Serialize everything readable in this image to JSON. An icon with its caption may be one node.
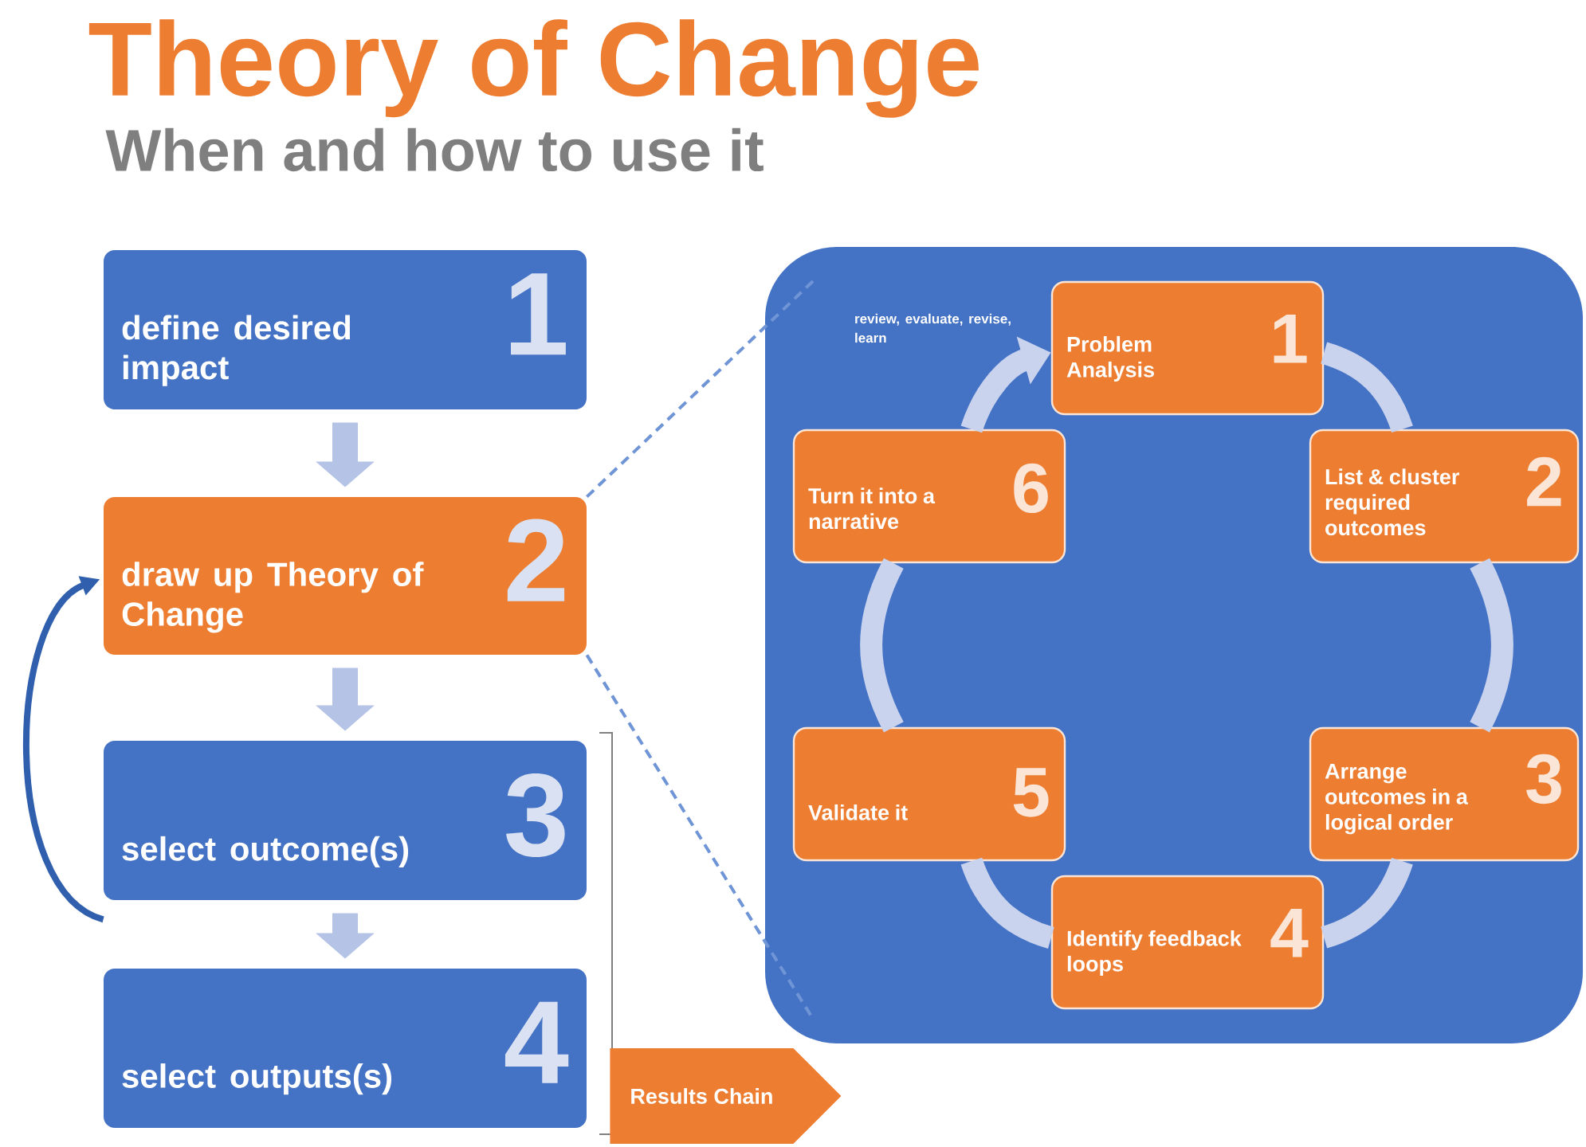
{
  "diagram": {
    "title": "Theory of Change",
    "caption": "When and how to use it",
    "nodes": [
      {
        "text": [
          "define desired impact",
          "1"
        ]
      },
      {
        "text": [
          "draw up Theory of Change",
          "2"
        ]
      },
      {
        "text": [
          "select outcome(s)",
          "3"
        ]
      },
      {
        "text": [
          "select outputs(s)",
          "4"
        ]
      },
      {
        "text": [],
        "shape": "box"
      },
      {
        "text": [
          "Problem Analysis",
          "1"
        ],
        "in": 4
      },
      {
        "text": [
          "List & cluster required outcomes",
          "2"
        ],
        "in": 4
      },
      {
        "text": [
          "Arrange outcomes in a logical order",
          "3"
        ],
        "in": 4
      },
      {
        "text": [
          "Identify feedback loops",
          "4"
        ],
        "in": 4
      },
      {
        "text": [
          "Validate it",
          "5"
        ],
        "in": 4
      },
      {
        "text": [
          "Turn it into a narrative",
          "6"
        ],
        "in": 4
      },
      {
        "text": [
          "Results Chain"
        ]
      }
    ],
    "edges": [
      {
        "from": 0,
        "to": 1,
        "arrow": "to",
        "color": "#b4c3e6"
      },
      {
        "from": 1,
        "to": 2,
        "arrow": "to",
        "color": "#b4c3e6"
      },
      {
        "from": 2,
        "to": 3,
        "arrow": "to",
        "color": "#b4c3e6"
      },
      {
        "from": 2,
        "to": 1,
        "arrow": "to",
        "color": "#2f5fad"
      },
      {
        "from": 1,
        "to": 4,
        "arrow": "none",
        "style": "dashed",
        "color": "#6f95d6"
      },
      {
        "from": 1,
        "to": 4,
        "arrow": "none",
        "style": "dashed",
        "color": "#6f95d6"
      },
      {
        "from": 5,
        "to": 6,
        "arrow": "none",
        "color": "#c9d3ee"
      },
      {
        "from": 6,
        "to": 7,
        "arrow": "none",
        "color": "#c9d3ee"
      },
      {
        "from": 7,
        "to": 8,
        "arrow": "none",
        "color": "#c9d3ee"
      },
      {
        "from": 8,
        "to": 9,
        "arrow": "none",
        "color": "#c9d3ee"
      },
      {
        "from": 9,
        "to": 10,
        "arrow": "none",
        "color": "#c9d3ee"
      },
      {
        "from": 10,
        "to": 5,
        "arrow": "to",
        "color": "#c9d3ee",
        "label": "review, evaluate, revise, learn"
      }
    ]
  }
}
